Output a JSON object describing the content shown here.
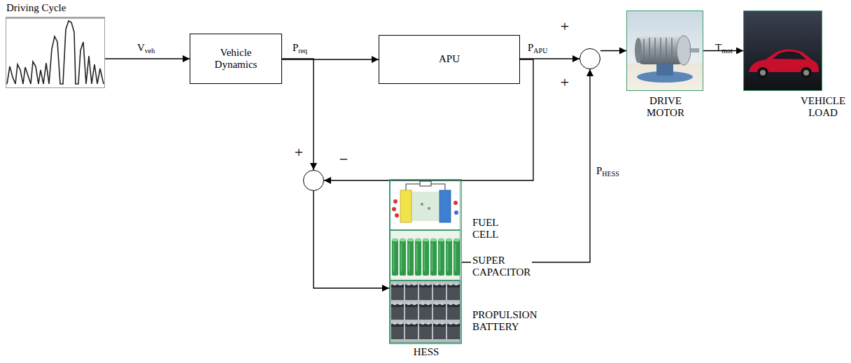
{
  "diagram": {
    "nodes": [
      {
        "text": [
          "Driving Cycle"
        ]
      },
      {
        "text": [
          "Vehicle Dynamics"
        ]
      },
      {
        "text": [
          "APU"
        ]
      },
      {
        "text": [
          "+",
          "−"
        ]
      },
      {
        "text": [
          "+",
          "+"
        ]
      },
      {
        "text": [
          "HESS"
        ]
      },
      {
        "text": [
          "FUEL CELL"
        ],
        "in": 5
      },
      {
        "text": [
          "SUPER CAPACITOR"
        ],
        "in": 5
      },
      {
        "text": [
          "PROPULSION BATTERY"
        ],
        "in": 5
      },
      {
        "text": [
          "DRIVE MOTOR"
        ]
      },
      {
        "text": [
          "VEHICLE LOAD"
        ]
      }
    ],
    "edges": [
      {
        "from": 0,
        "to": 1,
        "label": "Vveh",
        "arrow": "to"
      },
      {
        "from": 1,
        "to": 2,
        "label": "Preq",
        "arrow": "to"
      },
      {
        "from": 2,
        "to": 4,
        "label": "PAPU",
        "arrow": "to"
      },
      {
        "from": 1,
        "to": 3,
        "arrow": "to"
      },
      {
        "from": 2,
        "to": 3,
        "arrow": "to"
      },
      {
        "from": 3,
        "to": 5,
        "arrow": "to"
      },
      {
        "from": 5,
        "to": 4,
        "label": "PHESS",
        "arrow": "to"
      },
      {
        "from": 4,
        "to": 9,
        "arrow": "to"
      },
      {
        "from": 9,
        "to": 10,
        "label": "Tmot",
        "arrow": "to"
      }
    ]
  }
}
